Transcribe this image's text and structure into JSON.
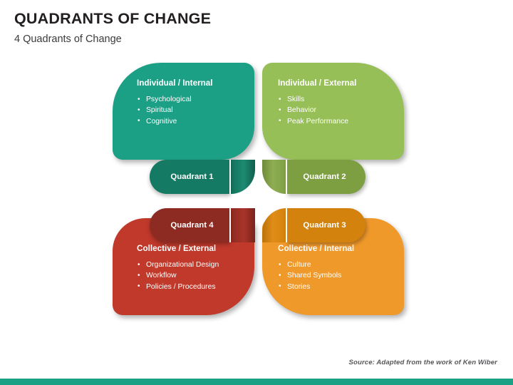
{
  "header": {
    "title": "QUADRANTS OF CHANGE",
    "subtitle": "4 Quadrants of Change"
  },
  "colors": {
    "teal": "#1CA085",
    "teal_dark": "#157A63",
    "green": "#97BF57",
    "green_dark": "#7D9F42",
    "red": "#C0392B",
    "red_dark": "#8D2B22",
    "orange": "#F0992B",
    "orange_dark": "#D2820D",
    "accent_bar": "#1CA085",
    "title_text": "#231F20",
    "source_text": "#58585B"
  },
  "quadrants": [
    {
      "id": "q1",
      "position": "top-left",
      "heading": "Individual / Internal",
      "items": [
        "Psychological",
        "Spiritual",
        "Cognitive"
      ],
      "label": "Quadrant 1"
    },
    {
      "id": "q2",
      "position": "top-right",
      "heading": "Individual / External",
      "items": [
        "Skills",
        "Behavior",
        "Peak Performance"
      ],
      "label": "Quadrant 2"
    },
    {
      "id": "q3",
      "position": "bottom-right",
      "heading": "Collective / Internal",
      "items": [
        "Culture",
        "Shared Symbols",
        "Stories"
      ],
      "label": "Quadrant 3"
    },
    {
      "id": "q4",
      "position": "bottom-left",
      "heading": "Collective / External",
      "items": [
        "Organizational Design",
        "Workflow",
        "Policies / Procedures"
      ],
      "label": "Quadrant 4"
    }
  ],
  "footer": {
    "source": "Source: Adapted from the work of Ken Wiber"
  }
}
